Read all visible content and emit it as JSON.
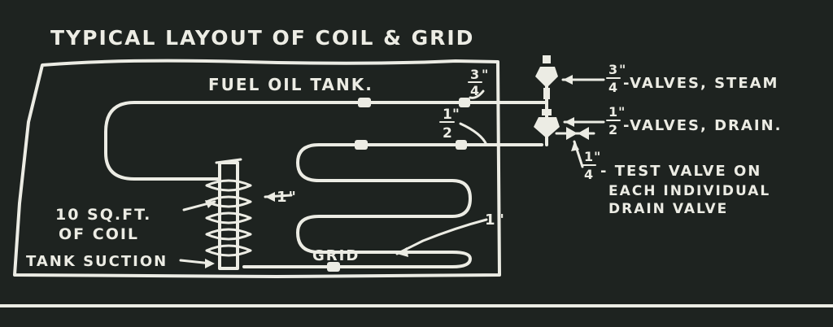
{
  "title": "TYPICAL LAYOUT OF COIL & GRID",
  "labels": {
    "tank": "FUEL OIL TANK.",
    "grid": "GRID",
    "coil_line1": "10 SQ.FT.",
    "coil_line2": "OF COIL",
    "tank_suction": "TANK SUCTION",
    "size_coil": "1\"",
    "size_grid": "1\""
  },
  "fractions": {
    "top_num": "3",
    "top_den": "4",
    "top_in": "\"",
    "mid_num": "1",
    "mid_in": "\"",
    "mid_den": "2"
  },
  "legend": {
    "steam": {
      "num": "3",
      "in": "\"",
      "den": "4",
      "text": "-VALVES, STEAM"
    },
    "drain": {
      "num": "1",
      "in": "\"",
      "den": "2",
      "text": "-VALVES, DRAIN."
    },
    "test": {
      "num": "1",
      "in": "\"",
      "den": "4",
      "line1": "- TEST VALVE ON",
      "line2": "EACH INDIVIDUAL",
      "line3": "DRAIN VALVE"
    }
  },
  "colors": {
    "background": "#1e2320",
    "ink": "#ecece4"
  }
}
